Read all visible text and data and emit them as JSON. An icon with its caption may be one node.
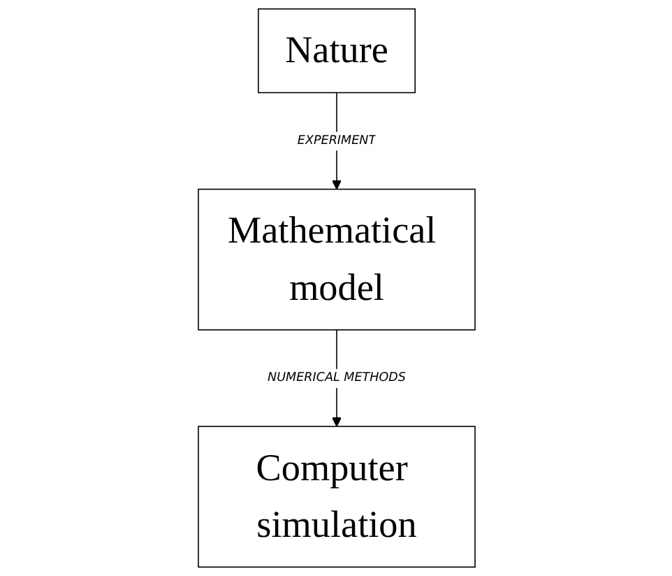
{
  "diagram": {
    "nodes": [
      {
        "text": [
          "Nature"
        ]
      },
      {
        "text": [
          "Mathematical model"
        ]
      },
      {
        "text": [
          "Computer simulation"
        ]
      }
    ],
    "edges": [
      {
        "from": 0,
        "to": 1,
        "arrow": "to",
        "label": "EXPERIMENT"
      },
      {
        "from": 1,
        "to": 2,
        "arrow": "to",
        "label": "NUMERICAL METHODS"
      }
    ]
  }
}
